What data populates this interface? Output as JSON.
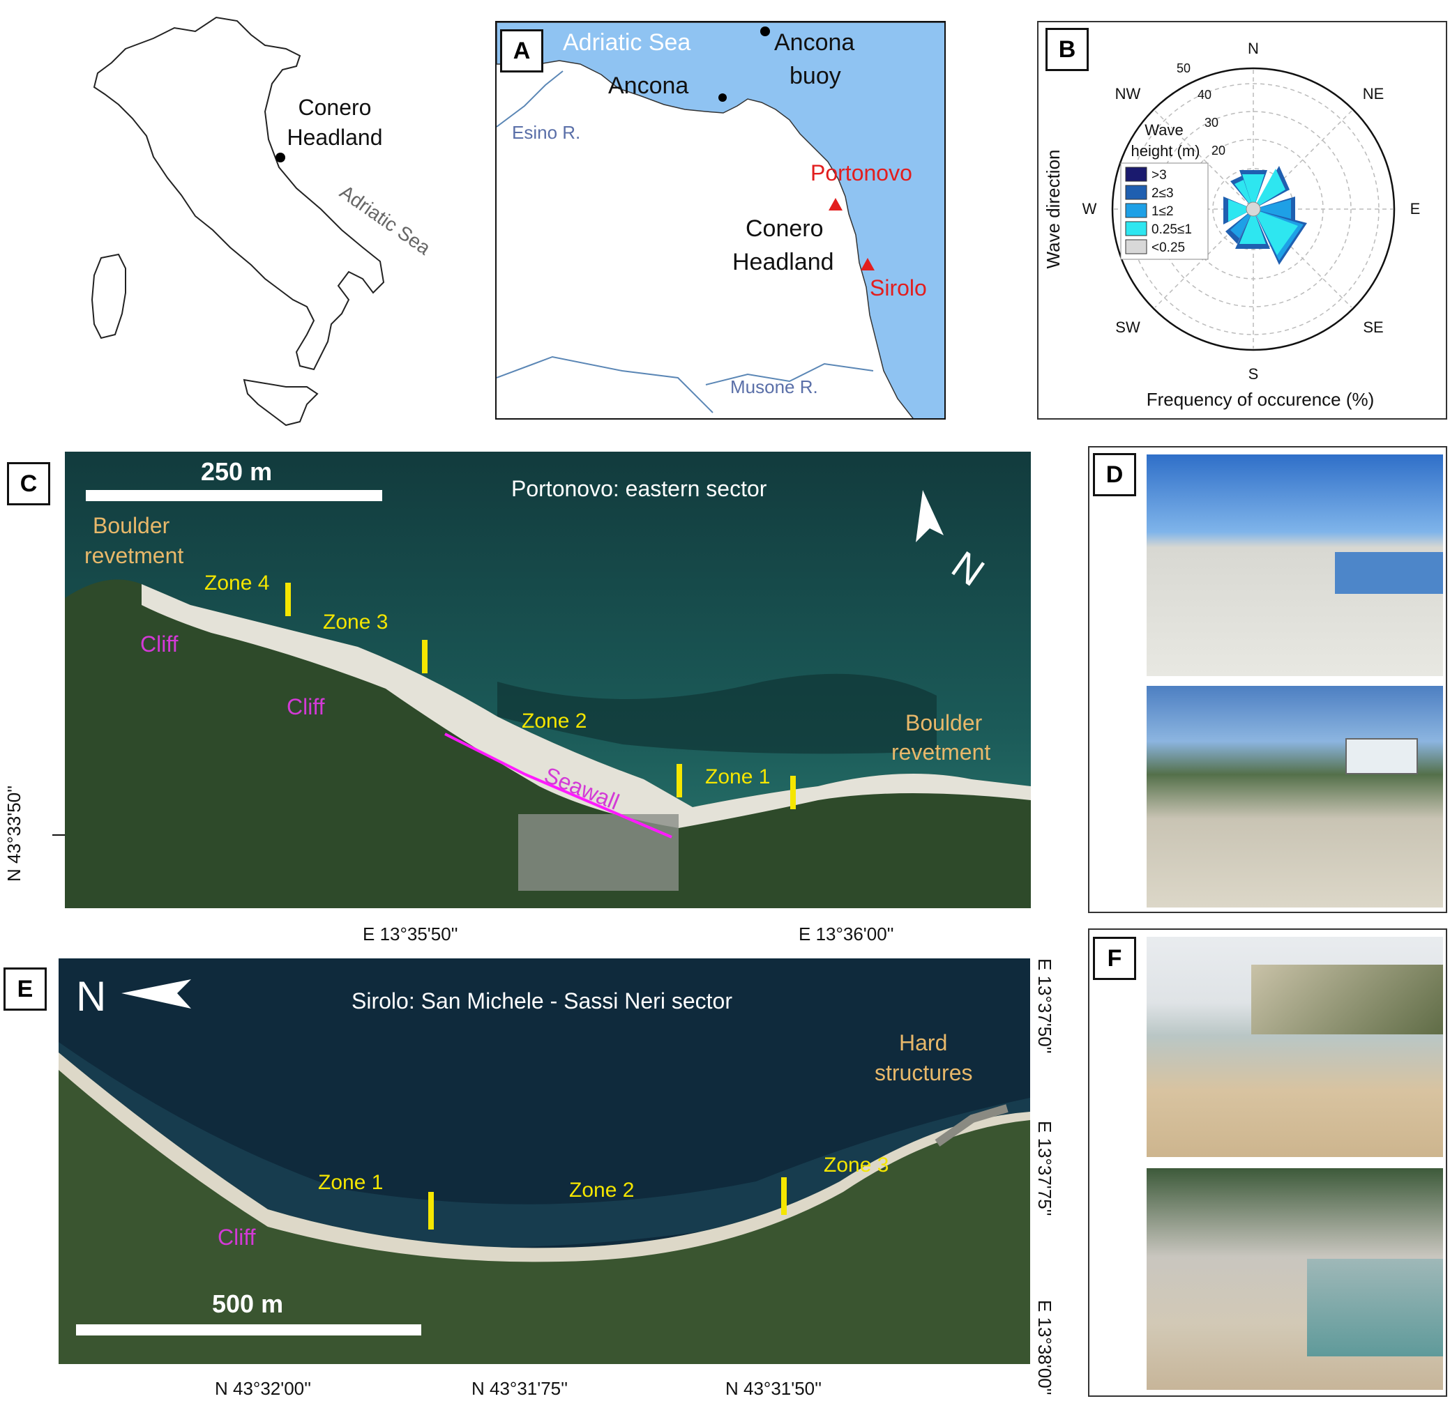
{
  "italy": {
    "label_line1": "Conero",
    "label_line2": "Headland",
    "sea": "Adriatic Sea"
  },
  "panelA": {
    "letter": "A",
    "sea": "Adriatic Sea",
    "buoy_line1": "Ancona",
    "buoy_line2": "buoy",
    "ancona": "Ancona",
    "esino": "Esino R.",
    "portonovo": "Portonovo",
    "headland_line1": "Conero",
    "headland_line2": "Headland",
    "sirolo": "Sirolo",
    "musone": "Musone R."
  },
  "panelB": {
    "letter": "B",
    "ylabel": "Wave direction",
    "xlabel": "Frequency of occurence (%)",
    "directions": [
      "N",
      "NE",
      "E",
      "SE",
      "S",
      "SW",
      "W",
      "NW"
    ],
    "ring_labels": [
      "20",
      "30",
      "40",
      "50"
    ],
    "legend_title_line1": "Wave",
    "legend_title_line2": "height (m)",
    "legend": [
      {
        "label": ">3",
        "color": "#1a1a6e"
      },
      {
        "label": "2≤3",
        "color": "#1f5fb0"
      },
      {
        "label": "1≤2",
        "color": "#1ea0e6"
      },
      {
        "label": "0.25≤1",
        "color": "#2ee6f0"
      },
      {
        "label": "<0.25",
        "color": "#d8d8d8"
      }
    ]
  },
  "panelC": {
    "letter": "C",
    "scale": "250 m",
    "title": "Portonovo: eastern sector",
    "north": "N",
    "boulder1_line1": "Boulder",
    "boulder1_line2": "revetment",
    "boulder2_line1": "Boulder",
    "boulder2_line2": "revetment",
    "zone4": "Zone 4",
    "zone3": "Zone 3",
    "zone2": "Zone 2",
    "zone1": "Zone 1",
    "cliff1": "Cliff",
    "cliff2": "Cliff",
    "seawall": "Seawall",
    "lat": "N 43°33'50''",
    "lon1": "E 13°35'50''",
    "lon2": "E 13°36'00''"
  },
  "panelD": {
    "letter": "D"
  },
  "panelE": {
    "letter": "E",
    "north": "N",
    "title": "Sirolo: San Michele - Sassi Neri sector",
    "hard_line1": "Hard",
    "hard_line2": "structures",
    "zone1": "Zone 1",
    "zone2": "Zone 2",
    "zone3": "Zone 3",
    "cliff": "Cliff",
    "scale": "500 m",
    "lat1": "N 43°32'00''",
    "lat2": "N 43°31'75''",
    "lat3": "N 43°31'50''",
    "lon1": "E 13°37'50''",
    "lon2": "E 13°37'75''",
    "lon3": "E 13°38'00''"
  },
  "panelF": {
    "letter": "F"
  }
}
